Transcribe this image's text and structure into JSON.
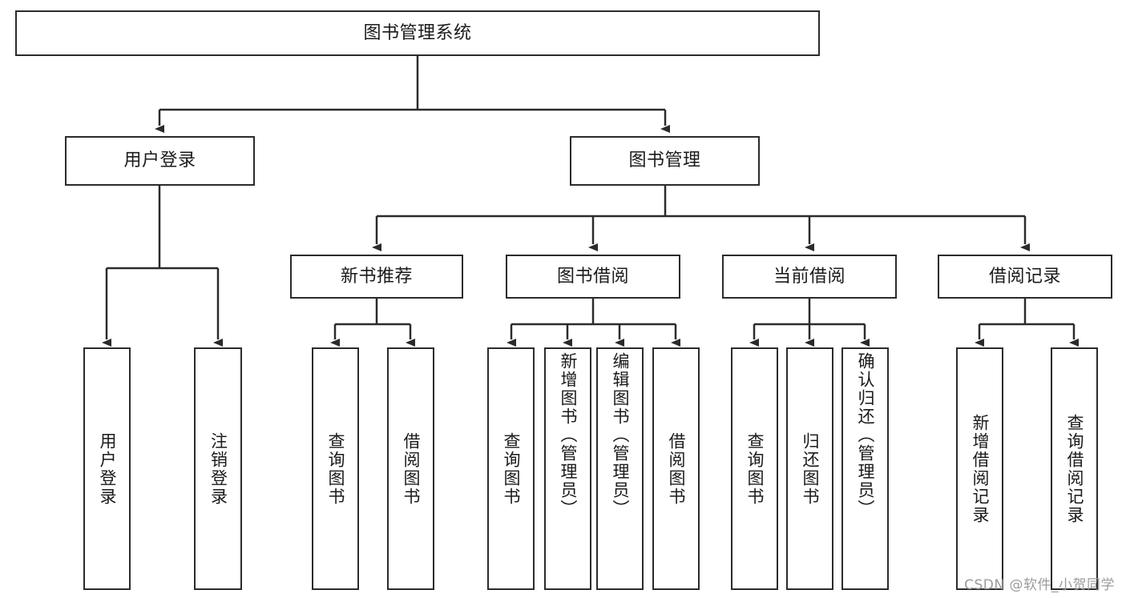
{
  "diagram": {
    "type": "tree",
    "title": "图书管理系统",
    "watermark": "CSDN @软件_小贺同学",
    "stroke_color": "#2b2b2b",
    "fill_color": "#ffffff",
    "text_color": "#1a1a1a",
    "nodes": {
      "root": {
        "label": "图书管理系统"
      },
      "level2": [
        {
          "label": "用户登录"
        },
        {
          "label": "图书管理"
        }
      ],
      "level3": [
        {
          "label": "新书推荐"
        },
        {
          "label": "图书借阅"
        },
        {
          "label": "当前借阅"
        },
        {
          "label": "借阅记录"
        }
      ],
      "leaves": {
        "user_login": [
          {
            "label": "用户登录"
          },
          {
            "label": "注销登录"
          }
        ],
        "new_book_recommend": [
          {
            "label": "查询图书"
          },
          {
            "label": "借阅图书"
          }
        ],
        "book_borrow": [
          {
            "label": "查询图书"
          },
          {
            "label": "新增图书（管理员）"
          },
          {
            "label": "编辑图书（管理员）"
          },
          {
            "label": "借阅图书"
          }
        ],
        "current_borrow": [
          {
            "label": "查询图书"
          },
          {
            "label": "归还图书"
          },
          {
            "label": "确认归还（管理员）"
          }
        ],
        "borrow_record": [
          {
            "label": "新增借阅记录"
          },
          {
            "label": "查询借阅记录"
          }
        ]
      }
    }
  }
}
